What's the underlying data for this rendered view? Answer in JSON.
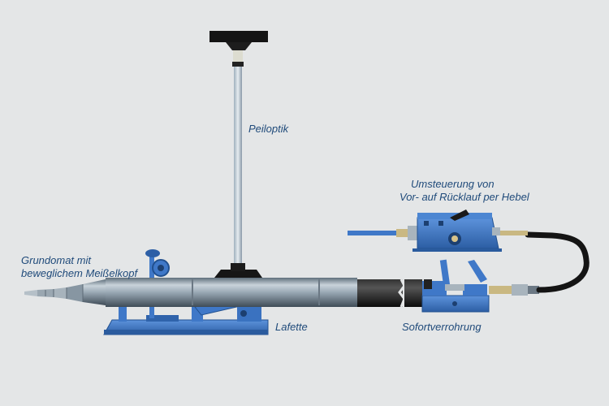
{
  "labels": {
    "peiloptik": "Peiloptik",
    "umsteuerung_line1": "Umsteuerung von",
    "umsteuerung_line2": "Vor- auf  Rücklauf per Hebel",
    "grundomat_line1": "Grundomat mit",
    "grundomat_line2": "beweglichem Meißelkopf",
    "lafette": "Lafette",
    "sofortverrohrung": "Sofortverrohrung"
  },
  "colors": {
    "background": "#e4e6e7",
    "frame_blue": "#3f78c8",
    "frame_blue_dark": "#21508f",
    "steel": "#8a9aa8",
    "steel_light": "#c4ced6",
    "black": "#151515",
    "label_text": "#1f4a7a"
  }
}
